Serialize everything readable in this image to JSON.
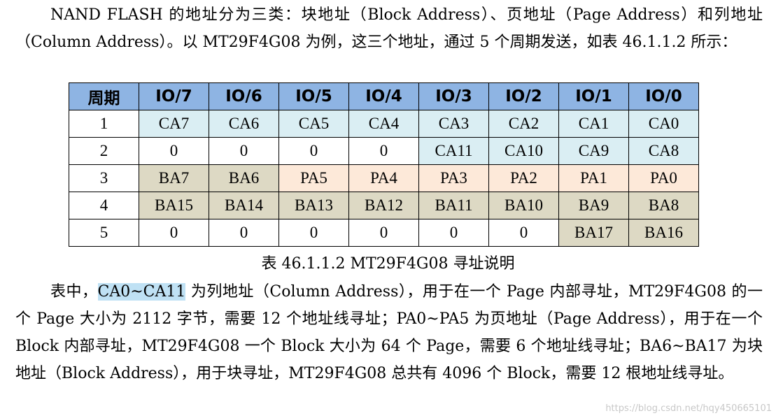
{
  "intro": "NAND FLASH 的地址分为三类：块地址（Block Address）、页地址（Page Address）和列地址（Column Address）。以 MT29F4G08 为例，这三个地址，通过 5 个周期发送，如表 46.1.1.2 所示：",
  "table": {
    "headers": [
      "周期",
      "IO/7",
      "IO/6",
      "IO/5",
      "IO/4",
      "IO/3",
      "IO/2",
      "IO/1",
      "IO/0"
    ],
    "rows": [
      [
        "1",
        "CA7",
        "CA6",
        "CA5",
        "CA4",
        "CA3",
        "CA2",
        "CA1",
        "CA0"
      ],
      [
        "2",
        "0",
        "0",
        "0",
        "0",
        "CA11",
        "CA10",
        "CA9",
        "CA8"
      ],
      [
        "3",
        "BA7",
        "BA6",
        "PA5",
        "PA4",
        "PA3",
        "PA2",
        "PA1",
        "PA0"
      ],
      [
        "4",
        "BA15",
        "BA14",
        "BA13",
        "BA12",
        "BA11",
        "BA10",
        "BA9",
        "BA8"
      ],
      [
        "5",
        "0",
        "0",
        "0",
        "0",
        "0",
        "0",
        "BA17",
        "BA16"
      ]
    ],
    "colors": {
      "header": "#8eb4e3",
      "column_address": "#daeef3",
      "block_address": "#ddd9c4",
      "page_address": "#fde9d9",
      "plain": "#ffffff"
    }
  },
  "caption": "表 46.1.1.2 MT29F4G08 寻址说明",
  "explain": {
    "prefix": "表中，",
    "highlight": "CA0~CA11",
    "rest": " 为列地址（Column Address），用于在一个 Page 内部寻址，MT29F4G08 的一个 Page 大小为 2112 字节，需要 12 个地址线寻址；PA0~PA5 为页地址（Page Address），用于在一个 Block 内部寻址，MT29F4G08 一个 Block 大小为 64 个 Page，需要 6 个地址线寻址；BA6~BA17 为块地址（Block Address），用于块寻址，MT29F4G08 总共有 4096 个 Block，需要 12 根地址线寻址。"
  },
  "watermark": "https://blog.csdn.net/hqy450665101"
}
